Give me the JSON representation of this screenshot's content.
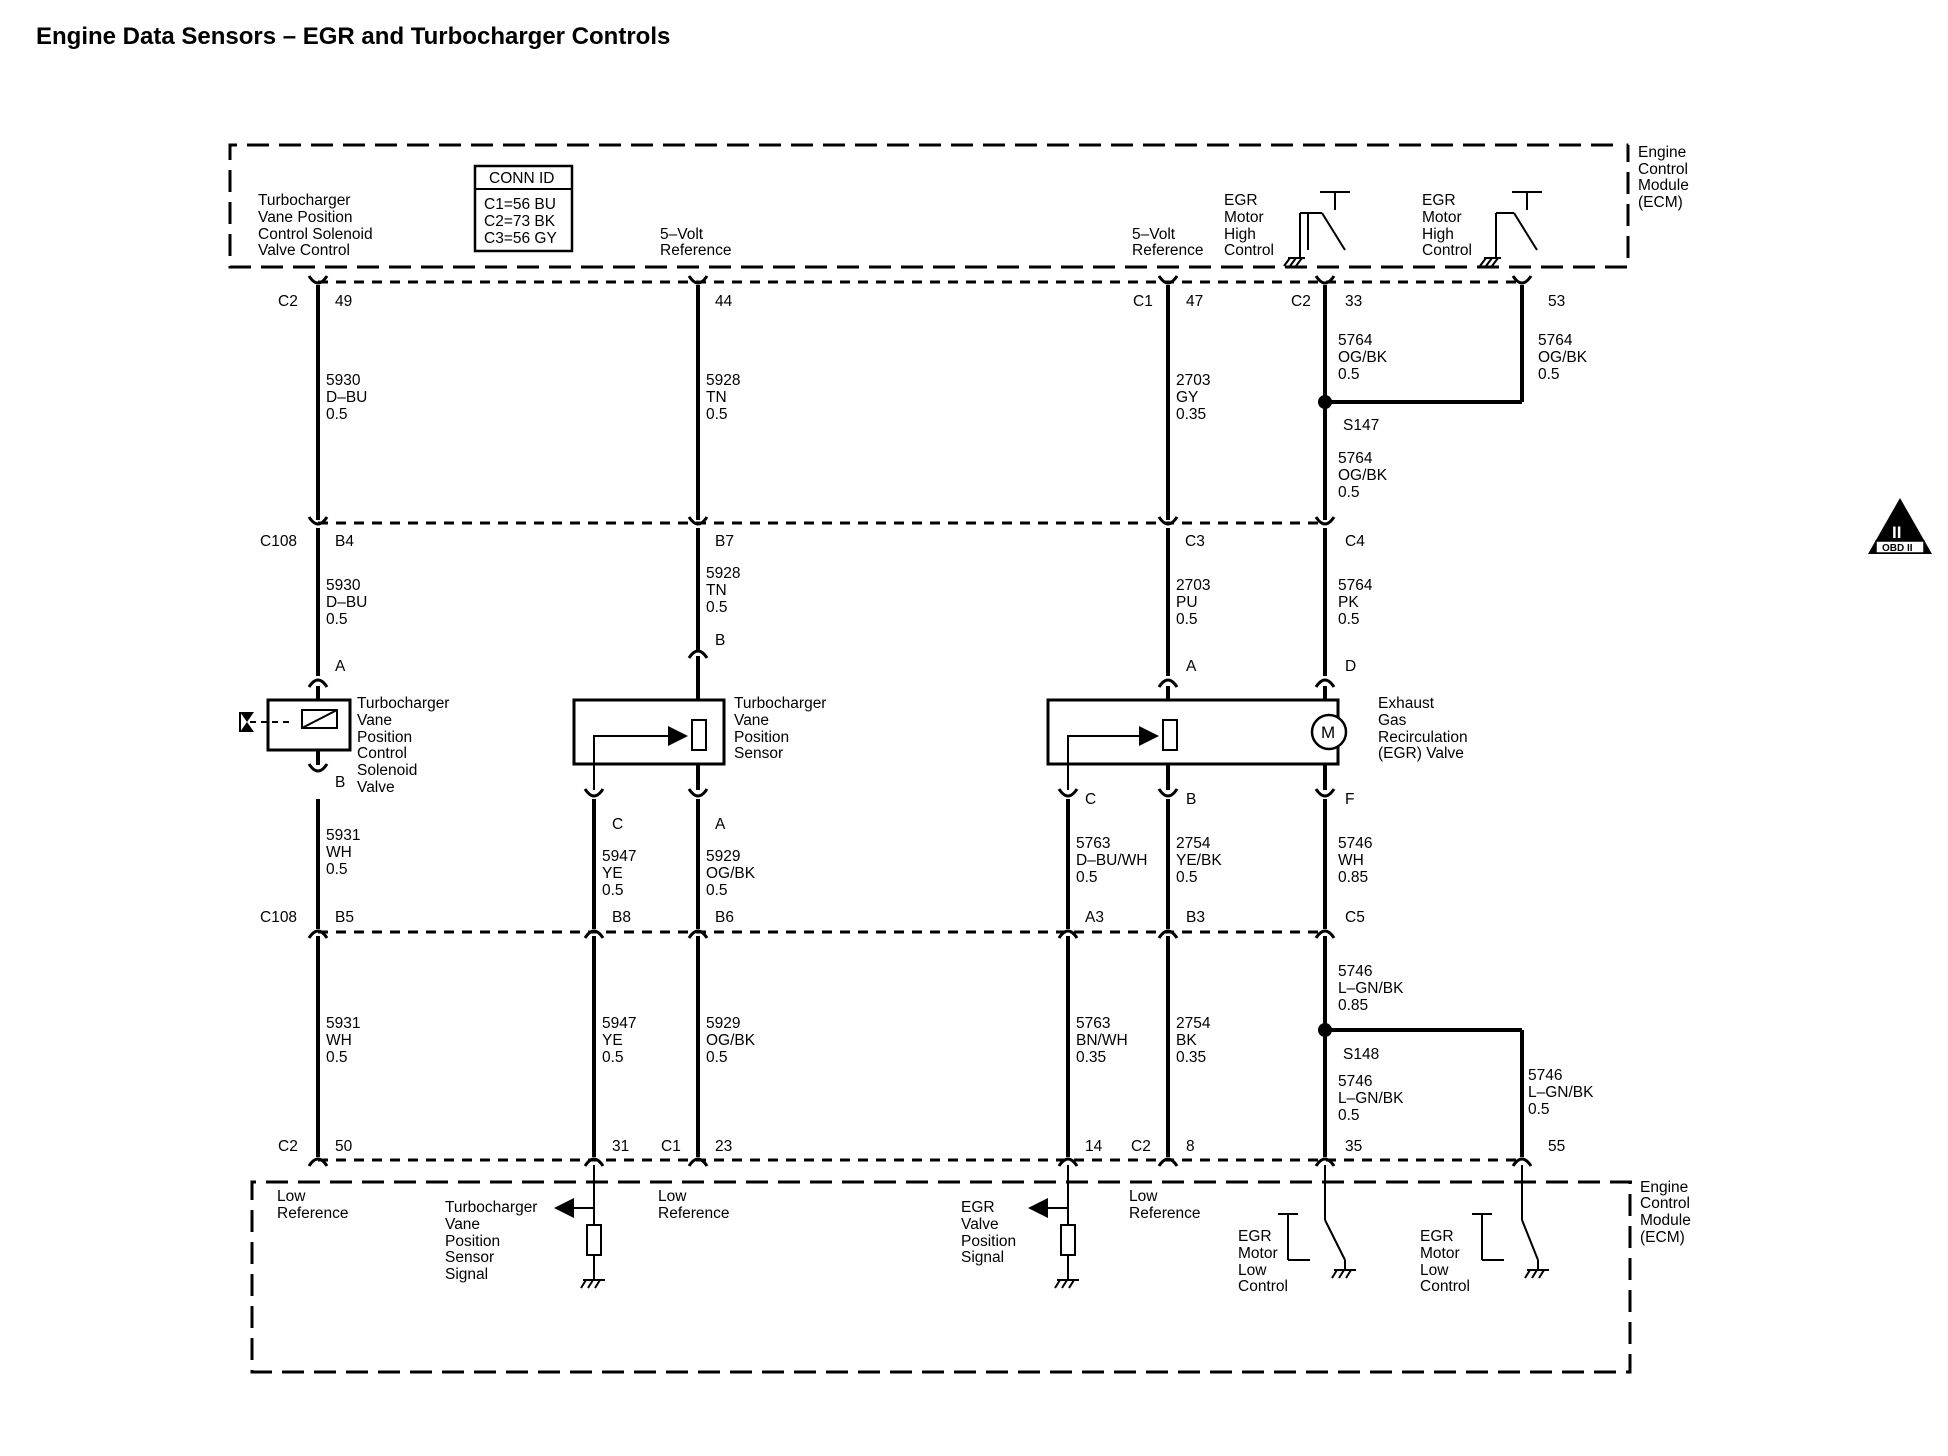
{
  "title": "Engine Data Sensors – EGR and Turbocharger Controls",
  "ecm_top_label": [
    "Engine",
    "Control",
    "Module",
    "(ECM)"
  ],
  "ecm_bottom_label": [
    "Engine",
    "Control",
    "Module",
    "(ECM)"
  ],
  "conn_id": {
    "header": "CONN ID",
    "lines": [
      "C1=56 BU",
      "C2=73 BK",
      "C3=56 GY"
    ]
  },
  "ecm_top_functions": [
    [
      "Turbocharger",
      "Vane Position",
      "Control Solenoid",
      "Valve Control"
    ],
    [
      "5–Volt",
      "Reference"
    ],
    [
      "5–Volt",
      "Reference"
    ],
    [
      "EGR",
      "Motor",
      "High",
      "Control"
    ],
    [
      "EGR",
      "Motor",
      "High",
      "Control"
    ]
  ],
  "ecm_bottom_functions": [
    [
      "Low",
      "Reference"
    ],
    [
      "Turbocharger",
      "Vane",
      "Position",
      "Sensor",
      "Signal"
    ],
    [
      "Low",
      "Reference"
    ],
    [
      "EGR",
      "Valve",
      "Position",
      "Signal"
    ],
    [
      "Low",
      "Reference"
    ],
    [
      "EGR",
      "Motor",
      "Low",
      "Control"
    ],
    [
      "EGR",
      "Motor",
      "Low",
      "Control"
    ]
  ],
  "top_connectors": [
    "C2",
    "C1",
    "C2"
  ],
  "top_pins": [
    "49",
    "44",
    "47",
    "33",
    "53"
  ],
  "c108_label": "C108",
  "c108_top_pins": [
    "B4",
    "B7",
    "C3",
    "C4"
  ],
  "c108_bottom_pins": [
    "B5",
    "B8",
    "B6",
    "A3",
    "B3",
    "C5"
  ],
  "bottom_connectors": [
    "C2",
    "C1",
    "C2"
  ],
  "bottom_pins": [
    "50",
    "31",
    "23",
    "14",
    "8",
    "35",
    "55"
  ],
  "component_pins": [
    "A",
    "B",
    "B",
    "C",
    "A",
    "A",
    "D",
    "C",
    "B",
    "F"
  ],
  "splices": [
    "S147",
    "S148"
  ],
  "components": {
    "solenoid": [
      "Turbocharger",
      "Vane",
      "Position",
      "Control",
      "Solenoid",
      "Valve"
    ],
    "vane_sensor": [
      "Turbocharger",
      "Vane",
      "Position",
      "Sensor"
    ],
    "egr_valve": [
      "Exhaust",
      "Gas",
      "Recirculation",
      "(EGR) Valve"
    ],
    "motor_symbol": "M"
  },
  "wires": [
    [
      "5930",
      "D–BU",
      "0.5"
    ],
    [
      "5928",
      "TN",
      "0.5"
    ],
    [
      "2703",
      "GY",
      "0.35"
    ],
    [
      "5764",
      "OG/BK",
      "0.5"
    ],
    [
      "5764",
      "OG/BK",
      "0.5"
    ],
    [
      "5764",
      "OG/BK",
      "0.5"
    ],
    [
      "5930",
      "D–BU",
      "0.5"
    ],
    [
      "5928",
      "TN",
      "0.5"
    ],
    [
      "2703",
      "PU",
      "0.5"
    ],
    [
      "5764",
      "PK",
      "0.5"
    ],
    [
      "5931",
      "WH",
      "0.5"
    ],
    [
      "5947",
      "YE",
      "0.5"
    ],
    [
      "5929",
      "OG/BK",
      "0.5"
    ],
    [
      "5763",
      "D–BU/WH",
      "0.5"
    ],
    [
      "2754",
      "YE/BK",
      "0.5"
    ],
    [
      "5746",
      "WH",
      "0.85"
    ],
    [
      "5746",
      "L–GN/BK",
      "0.85"
    ],
    [
      "5931",
      "WH",
      "0.5"
    ],
    [
      "5947",
      "YE",
      "0.5"
    ],
    [
      "5929",
      "OG/BK",
      "0.5"
    ],
    [
      "5763",
      "BN/WH",
      "0.35"
    ],
    [
      "2754",
      "BK",
      "0.35"
    ],
    [
      "5746",
      "L–GN/BK",
      "0.5"
    ],
    [
      "5746",
      "L–GN/BK",
      "0.5"
    ]
  ],
  "obd_badge": [
    "II",
    "OBD II"
  ]
}
